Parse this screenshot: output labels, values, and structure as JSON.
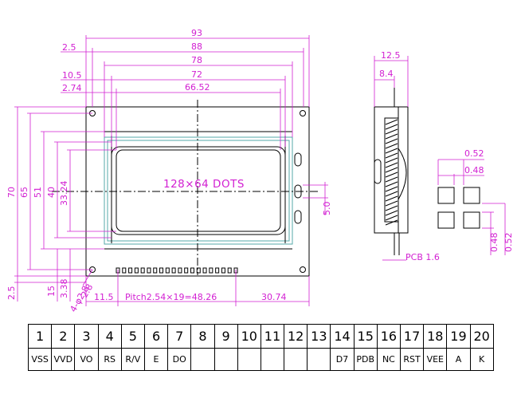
{
  "front_view": {
    "width_dims": [
      "93",
      "88",
      "78",
      "72",
      "66.52"
    ],
    "left_offsets": [
      "2.5",
      "10.5",
      "2.74"
    ],
    "height_dims": [
      "70",
      "65",
      "51",
      "40",
      "33.24"
    ],
    "bottom_offsets": [
      "2.5",
      "15",
      "3.38",
      "2.8"
    ],
    "hole_label": "4-φ2.8",
    "center_label": "128×64  DOTS",
    "right_dim": "5.0",
    "bottom_left_dim": "11.5",
    "pitch_label": "Pitch2.54×19=48.26",
    "bottom_right_dim": "30.74"
  },
  "side_view": {
    "width_dims": [
      "12.5",
      "8.4"
    ],
    "pcb_label": "PCB  1.6"
  },
  "dot_detail": {
    "dims": [
      "0.52",
      "0.48"
    ],
    "vertical_dims": [
      "0.48",
      "0.52"
    ]
  },
  "pin_table": {
    "numbers": [
      "1",
      "2",
      "3",
      "4",
      "5",
      "6",
      "7",
      "8",
      "9",
      "10",
      "11",
      "12",
      "13",
      "14",
      "15",
      "16",
      "17",
      "18",
      "19",
      "20"
    ],
    "signals": [
      "VSS",
      "VVD",
      "VO",
      "RS",
      "R/V",
      "E",
      "DO",
      "",
      "",
      "",
      "",
      "",
      "",
      "D7",
      "PDB",
      "NC",
      "RST",
      "VEE",
      "A",
      "K"
    ]
  }
}
